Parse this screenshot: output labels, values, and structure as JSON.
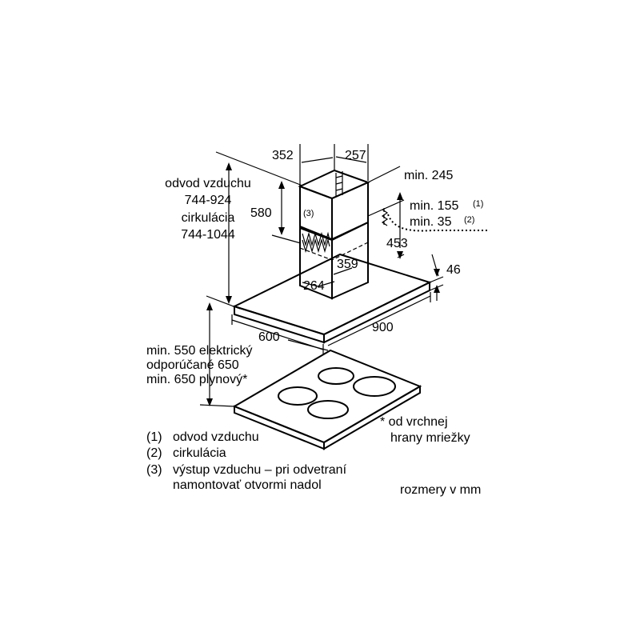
{
  "dimensions": {
    "chimney_width": "352",
    "chimney_depth": "257",
    "min_245": "min. 245",
    "min_155": "min. 155",
    "note_1": "(1)",
    "min_35": "min. 35",
    "note_2": "(2)",
    "height_580": "580",
    "note_3": "(3)",
    "dim_453": "453",
    "dim_359": "359",
    "dim_264": "264",
    "dim_46": "46",
    "depth_600": "600",
    "width_900": "900"
  },
  "left_labels": {
    "line1": "odvod vzduchu",
    "line2": "744-924",
    "line3": "cirkulácia",
    "line4": "744-1044"
  },
  "clearance": {
    "line1": "min. 550 elektrický",
    "line2": "odporúčané 650",
    "line3": "min. 650 plynový*"
  },
  "footnote": {
    "line1": "* od vrchnej",
    "line2": "hrany mriežky"
  },
  "legend": [
    {
      "num": "(1)",
      "text": "odvod vzduchu"
    },
    {
      "num": "(2)",
      "text": "cirkulácia"
    },
    {
      "num": "(3)",
      "text": "výstup vzduchu – pri odvetraní"
    },
    {
      "num": "",
      "text": "namontovať otvormi nadol"
    }
  ],
  "units": "rozmery v mm"
}
